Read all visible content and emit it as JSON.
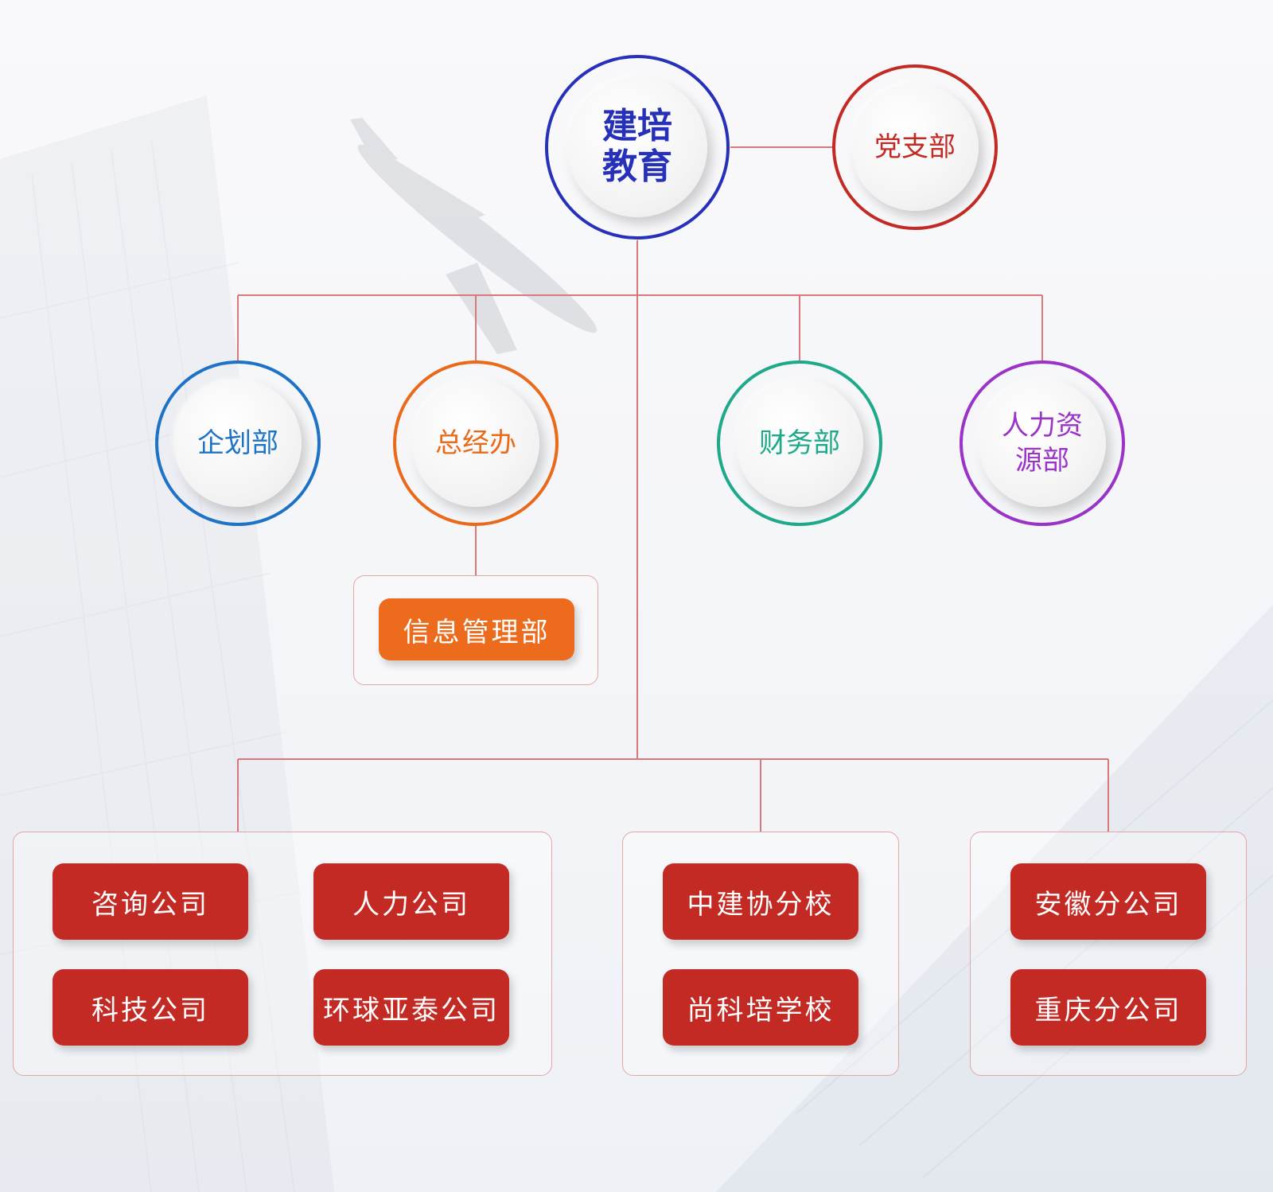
{
  "colors": {
    "line": "#d9777b",
    "root": "#2630b8",
    "party": "#c42a24",
    "planning": "#1f73c7",
    "office": "#ea6a1c",
    "finance": "#1fa98b",
    "hr": "#9a33c7",
    "subsidiary": "#c42a24",
    "info": "#ec6b1c"
  },
  "root": {
    "label": "建培\n教育"
  },
  "party": {
    "label": "党支部"
  },
  "departments": {
    "planning": "企划部",
    "office": "总经办",
    "finance": "财务部",
    "hr": "人力资\n源部"
  },
  "office_sub": {
    "label": "信息管理部"
  },
  "groups": {
    "g1": [
      "咨询公司",
      "人力公司",
      "科技公司",
      "环球亚泰公司"
    ],
    "g2": [
      "中建协分校",
      "尚科培学校"
    ],
    "g3": [
      "安徽分公司",
      "重庆分公司"
    ]
  }
}
